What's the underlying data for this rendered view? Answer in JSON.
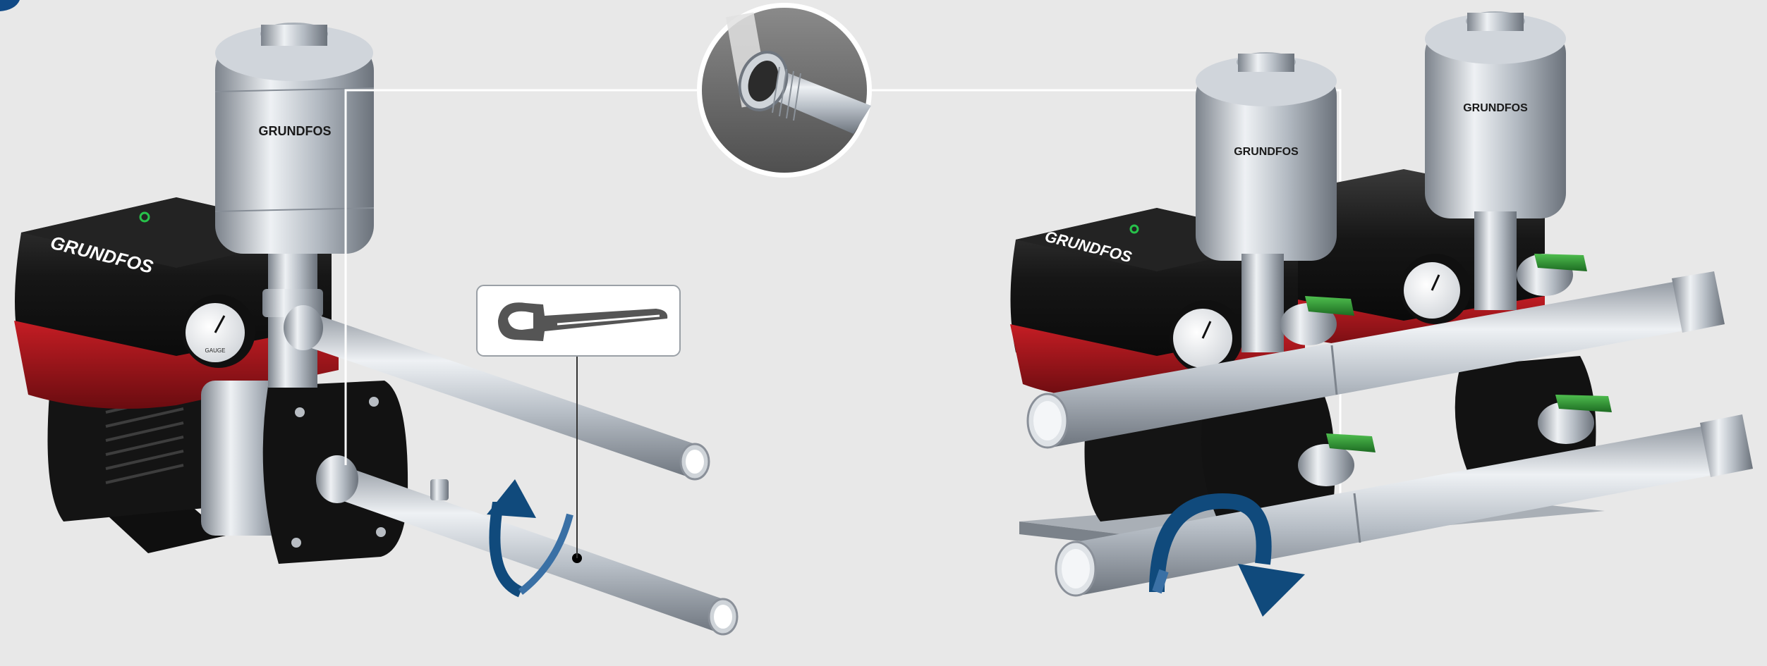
{
  "illustration": {
    "brand_text": "GRUNDFOS",
    "gauge_text": "GAUGE"
  },
  "colors": {
    "background": "#e8e8e8",
    "motor_housing": "#111111",
    "motor_accent_red": "#a3121a",
    "steel_light": "#e9edf1",
    "steel_dark": "#767d86",
    "valve_green": "#2b8a2f",
    "arrow_blue": "#104a7c",
    "callout_lines": "#ffffff"
  },
  "icons": {
    "wrench": "pipe-wrench-icon",
    "rotation_left": "tighten-arrow-icon",
    "rotation_right": "tighten-arrow-icon",
    "detail": "threaded-pipe-end-detail"
  }
}
